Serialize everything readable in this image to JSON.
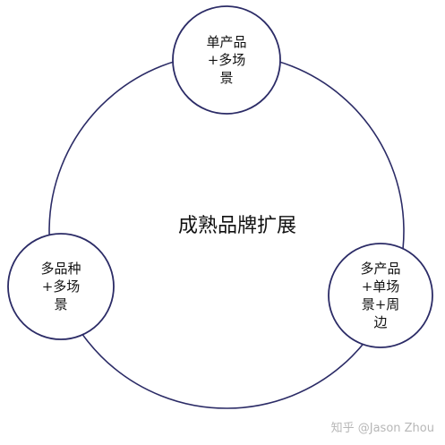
{
  "colors": {
    "stroke": "#2b2b66",
    "text": "#111111",
    "watermark": "#b7b7b7"
  },
  "diagram": {
    "center_label": "成熟品牌扩展",
    "nodes": [
      {
        "lines": [
          "单产品",
          "+多场",
          "景"
        ]
      },
      {
        "lines": [
          "多品种",
          "+多场",
          "景"
        ]
      },
      {
        "lines": [
          "多产品",
          "+单场",
          "景+周",
          "边"
        ]
      }
    ]
  },
  "watermark": "知乎 @Jason Zhou"
}
